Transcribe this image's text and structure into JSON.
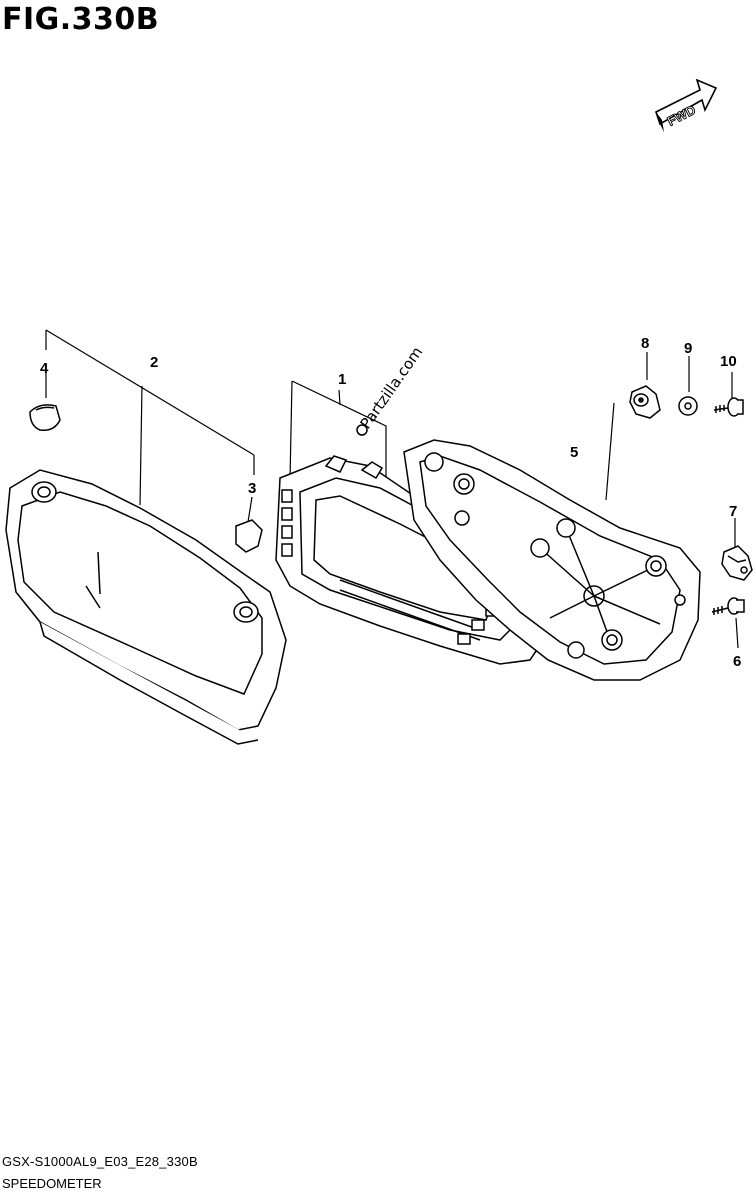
{
  "figure": {
    "title": "FIG.330B",
    "model_code": "GSX-S1000AL9_E03_E28_330B",
    "section_name": "SPEEDOMETER",
    "watermark": "Partzilla.com",
    "direction_label": "FWD"
  },
  "callouts": [
    {
      "id": "part-1",
      "label": "1"
    },
    {
      "id": "part-2",
      "label": "2"
    },
    {
      "id": "part-3",
      "label": "3"
    },
    {
      "id": "part-4",
      "label": "4"
    },
    {
      "id": "part-5",
      "label": "5"
    },
    {
      "id": "part-6",
      "label": "6"
    },
    {
      "id": "part-7",
      "label": "7"
    },
    {
      "id": "part-8",
      "label": "8"
    },
    {
      "id": "part-9",
      "label": "9"
    },
    {
      "id": "part-10",
      "label": "10"
    }
  ],
  "colors": {
    "line": "#000000",
    "background": "#ffffff"
  }
}
